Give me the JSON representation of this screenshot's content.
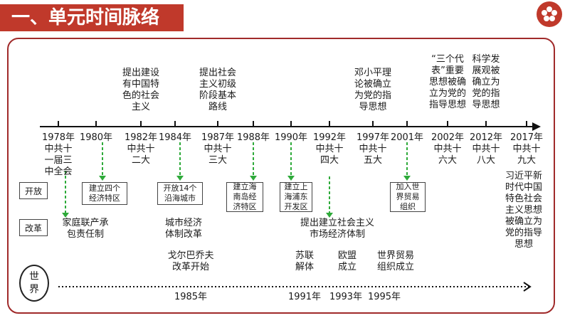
{
  "header": {
    "title": "一、单元时间脉络"
  },
  "side_labels": {
    "open": "开放",
    "reform": "改革"
  },
  "timeline": [
    {
      "date": "1978年\n中共十\n一届三\n中全会",
      "above": "",
      "box": "",
      "below": "家庭联产承\n包责任制",
      "below_color": "#1a1a1a"
    },
    {
      "date": "1980年",
      "above": "",
      "box": "建立四个\n经济特区",
      "below": "",
      "below_color": "#1a1a1a"
    },
    {
      "date": "1982年\n中共十\n二大",
      "above": "提出建设\n有中国特\n色的社会\n主义",
      "box": "",
      "below": "",
      "below_color": "#1a1a1a"
    },
    {
      "date": "1984年",
      "above": "",
      "box": "开放14个\n沿海城市",
      "below": "城市经济\n体制改革",
      "below_color": "#1a1a1a"
    },
    {
      "date": "1987年\n中共十\n三大",
      "above": "提出社会\n主义初级\n阶段基本\n路线",
      "box": "",
      "below": "",
      "below_color": "#1a1a1a"
    },
    {
      "date": "1988年",
      "above": "",
      "box": "建立海\n南岛经\n济特区",
      "below": "",
      "below_color": "#1a1a1a"
    },
    {
      "date": "1990年",
      "above": "",
      "box": "建立上\n海浦东\n开发区",
      "below": "",
      "below_color": "#1a1a1a"
    },
    {
      "date": "1992年\n中共十\n四大",
      "above": "",
      "box": "",
      "below": "提出建立社会主义\n市场经济体制",
      "below_color": "#1a1a1a"
    },
    {
      "date": "1997年\n中共十\n五大",
      "above": "邓小平理\n论被确立\n为党的指\n导思想",
      "box": "",
      "below": "",
      "below_color": "#1a1a1a"
    },
    {
      "date": "2001年",
      "above": "",
      "box": "加入世\n界贸易\n组织",
      "below": "",
      "below_color": "#1a1a1a"
    },
    {
      "date": "2002年\n中共十\n六大",
      "above": "“三个代\n表”重要\n思想被确\n立为党的\n指导思想",
      "box": "",
      "below": "",
      "below_color": "#1a1a1a"
    },
    {
      "date": "2012年\n中共十\n八大",
      "above": "科学发\n展观被\n确立为\n党的指\n导思想",
      "box": "",
      "below": "",
      "below_color": "#1a1a1a"
    },
    {
      "date": "2017年\n中共十\n九大",
      "above": "",
      "box": "",
      "below": "习近平新\n时代中国\n特色社会\n主义思想\n被确立为\n党的指导\n思想",
      "below_color": "#1a1a1a"
    }
  ],
  "world": {
    "label": "世\n界",
    "events": [
      {
        "text": "戈尔巴乔夫\n改革开始",
        "year": "1985年"
      },
      {
        "text": "苏联\n解体",
        "year": "1991年"
      },
      {
        "text": "欧盟\n成立",
        "year": "1993年"
      },
      {
        "text": "世界贸易\n组织成立",
        "year": "1995年"
      }
    ]
  },
  "colors": {
    "accent": "#c0392b",
    "frame": "#a02a2a",
    "arrow_green": "#2eaa3a"
  }
}
